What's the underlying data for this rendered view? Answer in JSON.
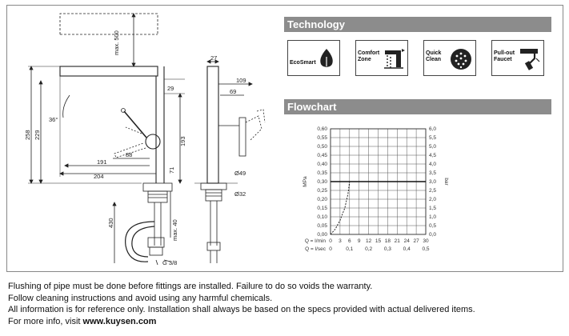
{
  "technology": {
    "title": "Technology",
    "features": [
      {
        "name": "EcoSmart",
        "icon": "leaf-drop-icon"
      },
      {
        "name": "Comfort Zone",
        "line1": "Comfort",
        "line2": "Zone",
        "icon": "faucet-comfort-icon"
      },
      {
        "name": "Quick Clean",
        "line1": "Quick",
        "line2": "Clean",
        "icon": "spray-disc-icon"
      },
      {
        "name": "Pull-out Faucet",
        "line1": "Pull-out",
        "line2": "Faucet",
        "icon": "pullout-spout-icon"
      }
    ]
  },
  "flowchart": {
    "title": "Flowchart"
  },
  "chart_data": {
    "type": "line",
    "title": "Flowchart",
    "ylabel_left": "MPa",
    "ylabel_right": "bar",
    "y_mpa_ticks": [
      "0,00",
      "0,05",
      "0,10",
      "0,15",
      "0,20",
      "0,25",
      "0,30",
      "0,35",
      "0,40",
      "0,45",
      "0,50",
      "0,55",
      "0,60"
    ],
    "y_bar_ticks": [
      "0,0",
      "0,5",
      "1,0",
      "1,5",
      "2,0",
      "2,5",
      "3,0",
      "3,5",
      "4,0",
      "4,5",
      "5,0",
      "5,5",
      "6,0"
    ],
    "x_lmin_label": "Q = l/min",
    "x_lmin_ticks": [
      "0",
      "3",
      "6",
      "9",
      "12",
      "15",
      "18",
      "21",
      "24",
      "27",
      "30"
    ],
    "x_lsec_label": "Q = l/sec",
    "x_lsec_ticks": [
      "0",
      "0,1",
      "0,2",
      "0,3",
      "0,4",
      "0,5"
    ],
    "xlim_lmin": [
      0,
      30
    ],
    "ylim_mpa": [
      0,
      0.6
    ],
    "reference_line_mpa": 0.3,
    "series": [
      {
        "name": "flow curve",
        "style": "dashed",
        "x_lmin": [
          0,
          1.5,
          3,
          4.5,
          5.5,
          6
        ],
        "y_mpa": [
          0,
          0.03,
          0.08,
          0.15,
          0.23,
          0.3
        ]
      }
    ]
  },
  "drawing": {
    "dims": {
      "max500": "max. 500",
      "d258": "258",
      "d229": "229",
      "d36": "36°",
      "d29": "29",
      "d193": "193",
      "d88": "88",
      "d191": "191",
      "d204": "204",
      "d71": "71",
      "d430": "430",
      "max40": "max. 40",
      "g38": "G 3/8",
      "d27": "27",
      "d109": "109",
      "d69": "69",
      "d49": "Ø49",
      "d32": "Ø32"
    }
  },
  "notes": {
    "line1": "Flushing of pipe must be done before fittings are installed. Failure to do so voids the warranty.",
    "line2": "Follow cleaning instructions and avoid using any harmful chemicals.",
    "line3": "All information is for reference only. Installation shall always be based on the specs provided with actual delivered items.",
    "line4_prefix": "For more info, visit ",
    "line4_site": "www.kuysen.com"
  }
}
